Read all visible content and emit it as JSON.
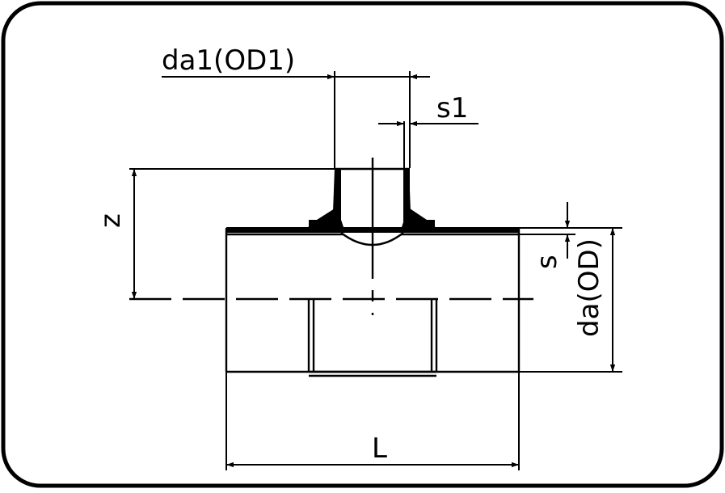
{
  "labels": {
    "da1": "da1(OD1)",
    "s1": "s1",
    "z": "z",
    "s": "s",
    "da": "da(OD)",
    "L": "L"
  },
  "colors": {
    "stroke": "#000000",
    "background": "#ffffff"
  }
}
